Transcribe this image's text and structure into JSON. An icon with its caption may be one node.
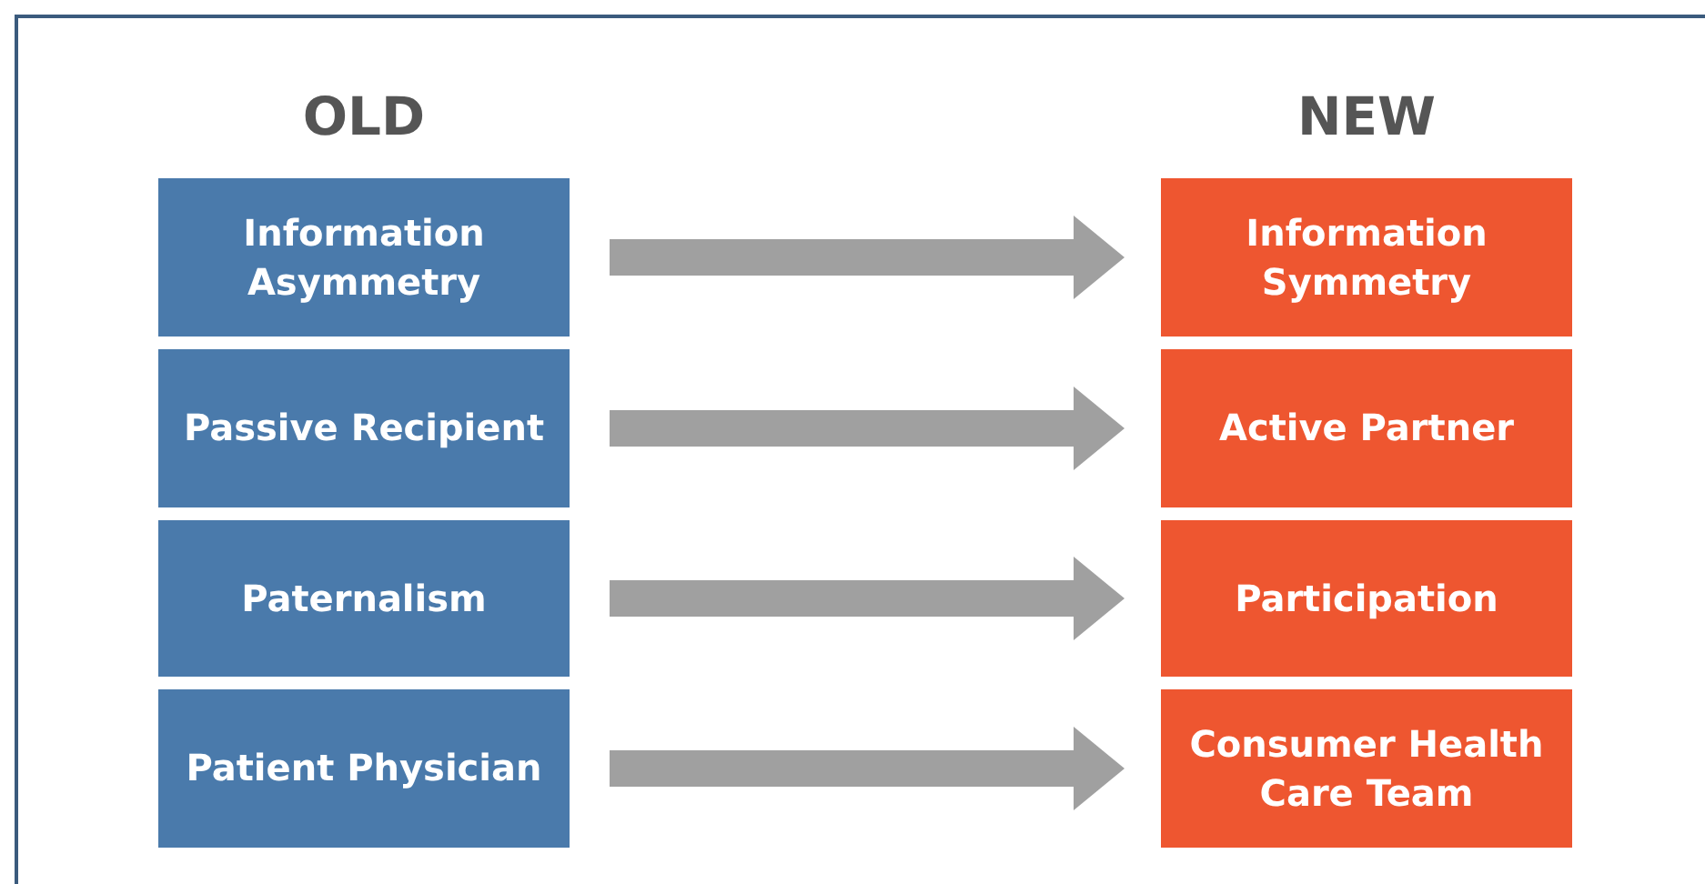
{
  "diagram": {
    "nodes": [
      {
        "text": [
          "Information Asymmetry"
        ]
      },
      {
        "text": [
          "Information Symmetry"
        ]
      },
      {
        "text": [
          "Passive Recipient"
        ]
      },
      {
        "text": [
          "Active Partner"
        ]
      },
      {
        "text": [
          "Paternalism"
        ]
      },
      {
        "text": [
          "Participation"
        ]
      },
      {
        "text": [
          "Patient Physician"
        ]
      },
      {
        "text": [
          "Consumer Health Care Team"
        ]
      }
    ],
    "edges": [
      {
        "from": 0,
        "to": 1,
        "arrow": "to"
      },
      {
        "from": 2,
        "to": 3,
        "arrow": "to"
      },
      {
        "from": 4,
        "to": 5,
        "arrow": "to"
      },
      {
        "from": 6,
        "to": 7,
        "arrow": "to"
      }
    ],
    "labels": [
      "OLD",
      "NEW"
    ]
  }
}
